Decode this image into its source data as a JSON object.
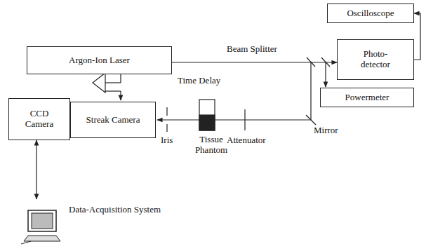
{
  "diagram": {
    "nodes": [
      {
        "text": [
          "Oscilloscope"
        ]
      },
      {
        "text": [
          "Argon-Ion Laser"
        ]
      },
      {
        "text": [
          "Photo- detector"
        ]
      },
      {
        "text": [
          "Powermeter"
        ]
      },
      {
        "text": [
          "CCD Camera"
        ]
      },
      {
        "text": [
          "Streak Camera"
        ]
      },
      {
        "text": [
          "Data-Acquisition System"
        ]
      }
    ],
    "edges": [
      {
        "from": 1,
        "to": 2,
        "arrow": "to"
      },
      {
        "from": 2,
        "to": 0,
        "arrow": "to"
      },
      {
        "from": 4,
        "to": 6,
        "arrow": "both"
      }
    ],
    "labels": [
      "Beam Splitter",
      "Time Delay",
      "Mirror",
      "Iris",
      "Tissue Phantom",
      "Attenuator"
    ]
  }
}
